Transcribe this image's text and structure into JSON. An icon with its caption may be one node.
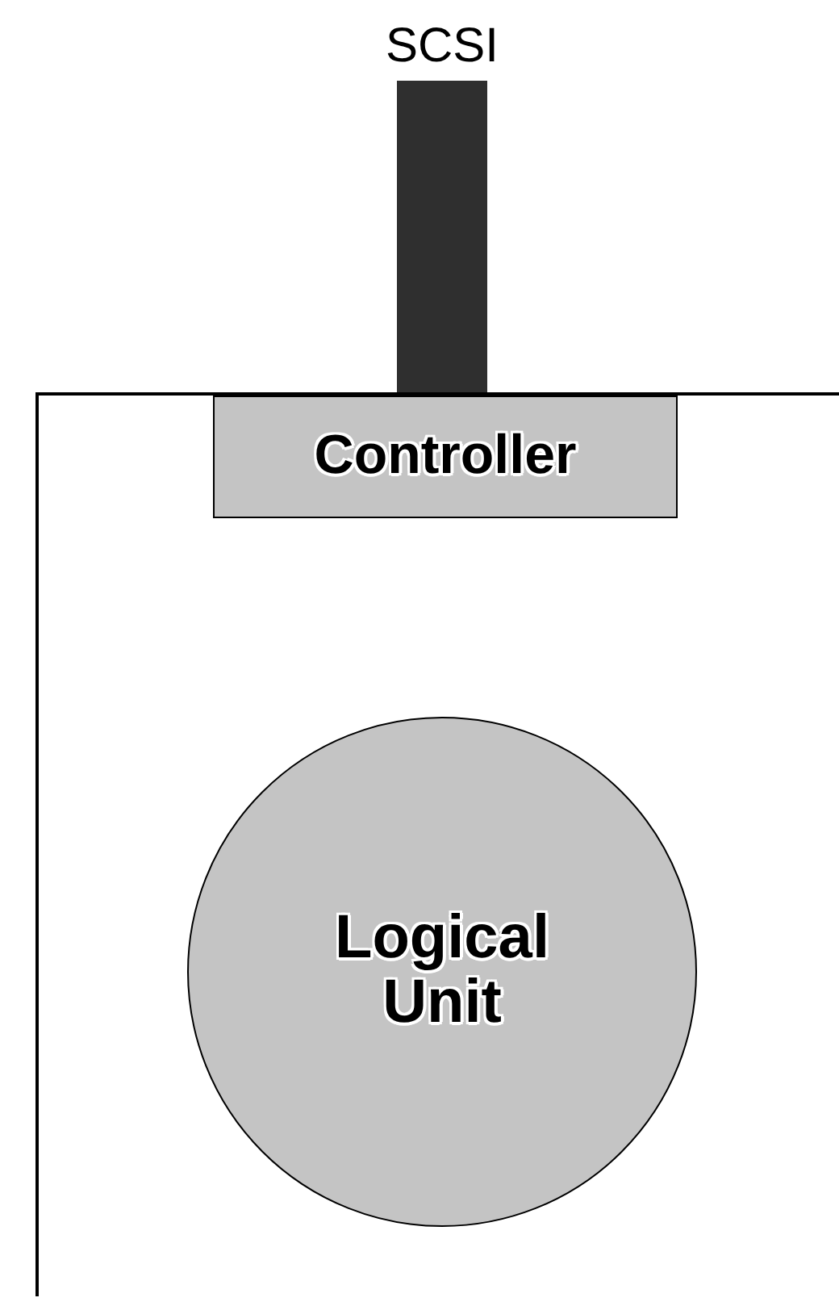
{
  "diagram": {
    "nodes": [
      {
        "text": [],
        "shape": "box"
      },
      {
        "text": [
          "SCSI"
        ]
      },
      {
        "text": [
          "Controller"
        ],
        "in": 0
      },
      {
        "text": [
          "Logical Unit"
        ],
        "in": 0
      }
    ],
    "edges": [
      {
        "from": 1,
        "to": 2,
        "arrow": "none"
      }
    ]
  }
}
